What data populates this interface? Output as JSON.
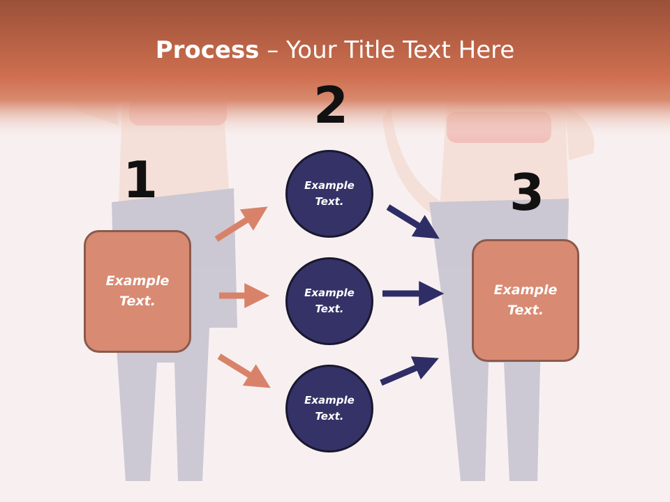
{
  "slide": {
    "title_bold": "Process",
    "title_rest": " – Your Title Text Here",
    "numbers": {
      "n1": "1",
      "n2": "2",
      "n3": "3"
    },
    "left_box": "Example Text.",
    "right_box": "Example Text.",
    "circles": [
      "Example Text.",
      "Example Text.",
      "Example Text."
    ]
  },
  "colors": {
    "header": "#c8694a",
    "box_fill": "#d98a72",
    "box_border": "#8a5a4c",
    "circle_fill": "#343266",
    "salmon_arrow": "#d9826a",
    "navy_arrow": "#2e2d66"
  }
}
